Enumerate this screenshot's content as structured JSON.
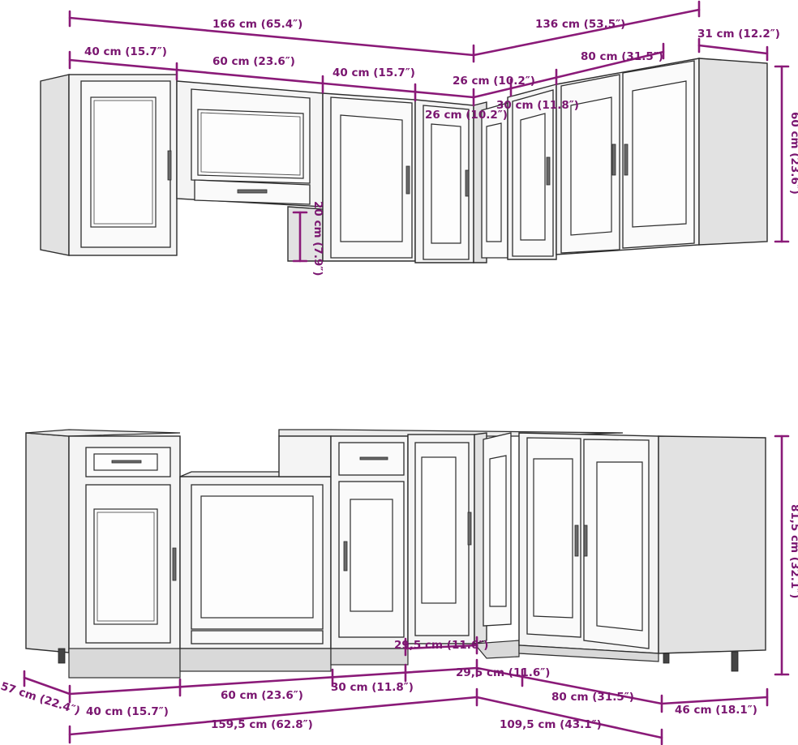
{
  "dimensions": {
    "wall_total_left": "166 cm (65.4″)",
    "wall_total_right": "136 cm (53.5″)",
    "wall_depth": "31 cm (12.2″)",
    "wall_40_left": "40 cm (15.7″)",
    "wall_60": "60 cm (23.6″)",
    "wall_40_mid": "40 cm (15.7″)",
    "wall_26_a": "26 cm (10.2″)",
    "wall_26_b": "26 cm (10.2″)",
    "wall_30": "30 cm (11.8″)",
    "wall_80": "80 cm (31.5″)",
    "wall_height": "60 cm (23.6″)",
    "hood_gap": "20 cm (7.9″)",
    "base_height": "81,5 cm (32.1″)",
    "base_inner_corner": "29,5 cm (11.6″)",
    "base_depth_left": "57 cm (22.4″)",
    "base_40": "40 cm (15.7″)",
    "base_60": "60 cm (23.6″)",
    "base_30": "30 cm (11.8″)",
    "base_29_5": "29,5 cm (11.6″)",
    "base_80": "80 cm (31.5″)",
    "base_depth_right": "46 cm (18.1″)",
    "base_total_left": "159,5 cm (62.8″)",
    "base_total_right": "109,5 cm (43.1″)"
  },
  "colors": {
    "dimension_line": "#8a1a78",
    "outline": "#2d2d2d",
    "cabinet_fill": "#f4f4f4"
  }
}
